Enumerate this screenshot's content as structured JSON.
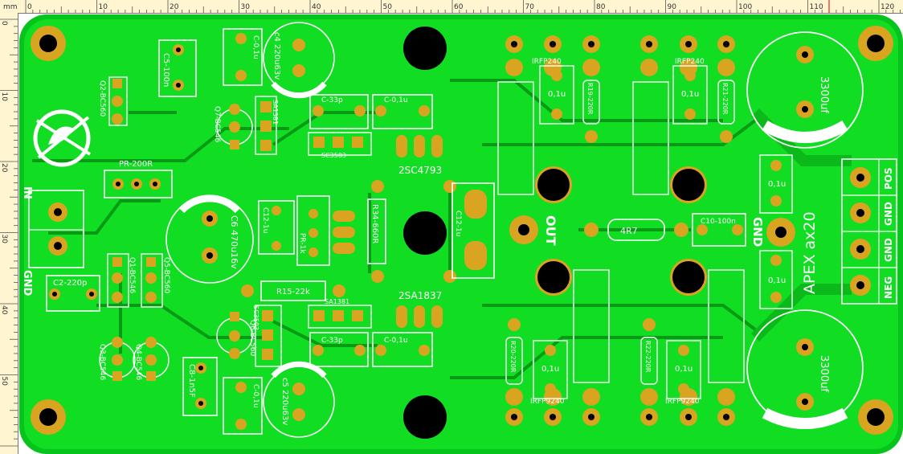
{
  "ruler": {
    "unit": "mm",
    "top_ticks": [
      "0",
      "10",
      "20",
      "30",
      "40",
      "50",
      "60",
      "70",
      "80",
      "90",
      "100",
      "110",
      "120"
    ],
    "left_ticks": [
      "0",
      "10",
      "20",
      "30",
      "40",
      "50"
    ]
  },
  "colors": {
    "board": "#06c41c",
    "copper": "#11dd22",
    "trace": "#079a14",
    "pad": "#d9a520",
    "drill": "#000000",
    "silkscreen": "#ffffff",
    "ruler": "#fff5d0"
  },
  "labels": {
    "in": "IN",
    "gnd_left": "GND",
    "out": "OUT",
    "gnd_mid": "GND",
    "title": "APEX ax20",
    "term_pos": "POS",
    "term_gnd1": "GND",
    "term_gnd2": "GND",
    "term_neg": "NEG",
    "q_top": "2SC4793",
    "q_bot": "2SA1837",
    "irfp240_a": "IRFP240",
    "irfp240_b": "IRFP240",
    "irfp9240_a": "IRFP9240",
    "irfp9240_b": "IRFP9240",
    "r4r7": "4R7",
    "r34": "R34-660R",
    "r15": "R15-22k",
    "pr200": "PR-200R",
    "pr1k": "PR-1k",
    "c2": "C2-220p",
    "c10": "C10-100n",
    "c33p_top": "C-33p",
    "c33p_bot": "C-33p",
    "c01_top": "C-0,1u",
    "c01_bot": "C-0,1u",
    "c5": "C5-100n",
    "c8": "C8-1n5F",
    "c12_top": "C12-1u",
    "c12_mid": "C12-1u",
    "c4": "c4 220u63v",
    "c5e": "c5 220u63v",
    "c6": "C6 470u16v",
    "cap3300_top": "3300uf",
    "cap3300_bot": "3300uf",
    "c01_mid_a": "0,1u",
    "c01_mid_b": "0,1u",
    "c01_mid_c": "0,1u",
    "c01_mid_d": "0,1u",
    "c01_term_top": "0,1u",
    "c01_term_bot": "0,1u",
    "c0_1u_v_top": "C-0,1u",
    "c0_1u_v_bot": "C-0,1u",
    "r19": "R19-220R",
    "r21": "R21-220R",
    "r20": "R20-220R",
    "r22": "R22-220R",
    "q7": "Q7-BC546",
    "q6": "Q6-BC560",
    "q2": "Q2-BC560",
    "q1": "Q1-BC546",
    "q4": "Q4-BC546",
    "q5": "Q5-BC560",
    "q3": "Q3-BC546",
    "sa1381_top": "SA1381",
    "sc3503_top": "SC3503",
    "sa1381_bot": "SA1381",
    "sc3503_bot": "SC3503"
  }
}
